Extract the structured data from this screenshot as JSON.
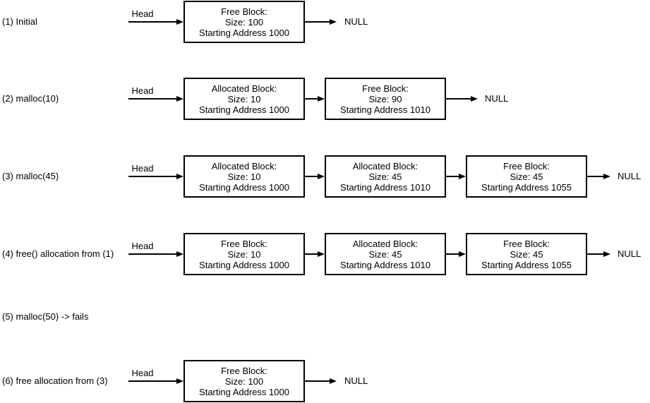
{
  "labels": {
    "head": "Head",
    "null": "NULL"
  },
  "rows": [
    {
      "label": "(1) Initial",
      "blocks": [
        {
          "title": "Free Block:",
          "size": "Size: 100",
          "address": "Starting Address 1000"
        }
      ]
    },
    {
      "label": "(2) malloc(10)",
      "blocks": [
        {
          "title": "Allocated Block:",
          "size": "Size: 10",
          "address": "Starting Address 1000"
        },
        {
          "title": "Free Block:",
          "size": "Size: 90",
          "address": "Starting Address 1010"
        }
      ]
    },
    {
      "label": "(3) malloc(45)",
      "blocks": [
        {
          "title": "Allocated Block:",
          "size": "Size: 10",
          "address": "Starting Address 1000"
        },
        {
          "title": "Allocated Block:",
          "size": "Size: 45",
          "address": "Starting Address 1010"
        },
        {
          "title": "Free Block:",
          "size": "Size: 45",
          "address": "Starting Address 1055"
        }
      ]
    },
    {
      "label": "(4) free() allocation from (1)",
      "blocks": [
        {
          "title": "Free Block:",
          "size": "Size: 10",
          "address": "Starting Address 1000"
        },
        {
          "title": "Allocated Block:",
          "size": "Size: 45",
          "address": "Starting Address 1010"
        },
        {
          "title": "Free Block:",
          "size": "Size: 45",
          "address": "Starting Address 1055"
        }
      ]
    },
    {
      "label": "(5) malloc(50) -> fails",
      "blocks": []
    },
    {
      "label": "(6) free allocation from (3)",
      "blocks": [
        {
          "title": "Free Block:",
          "size": "Size: 100",
          "address": "Starting Address 1000"
        }
      ]
    }
  ],
  "colors": {
    "stroke": "#000000",
    "text": "#000000",
    "background": "#ffffff"
  }
}
